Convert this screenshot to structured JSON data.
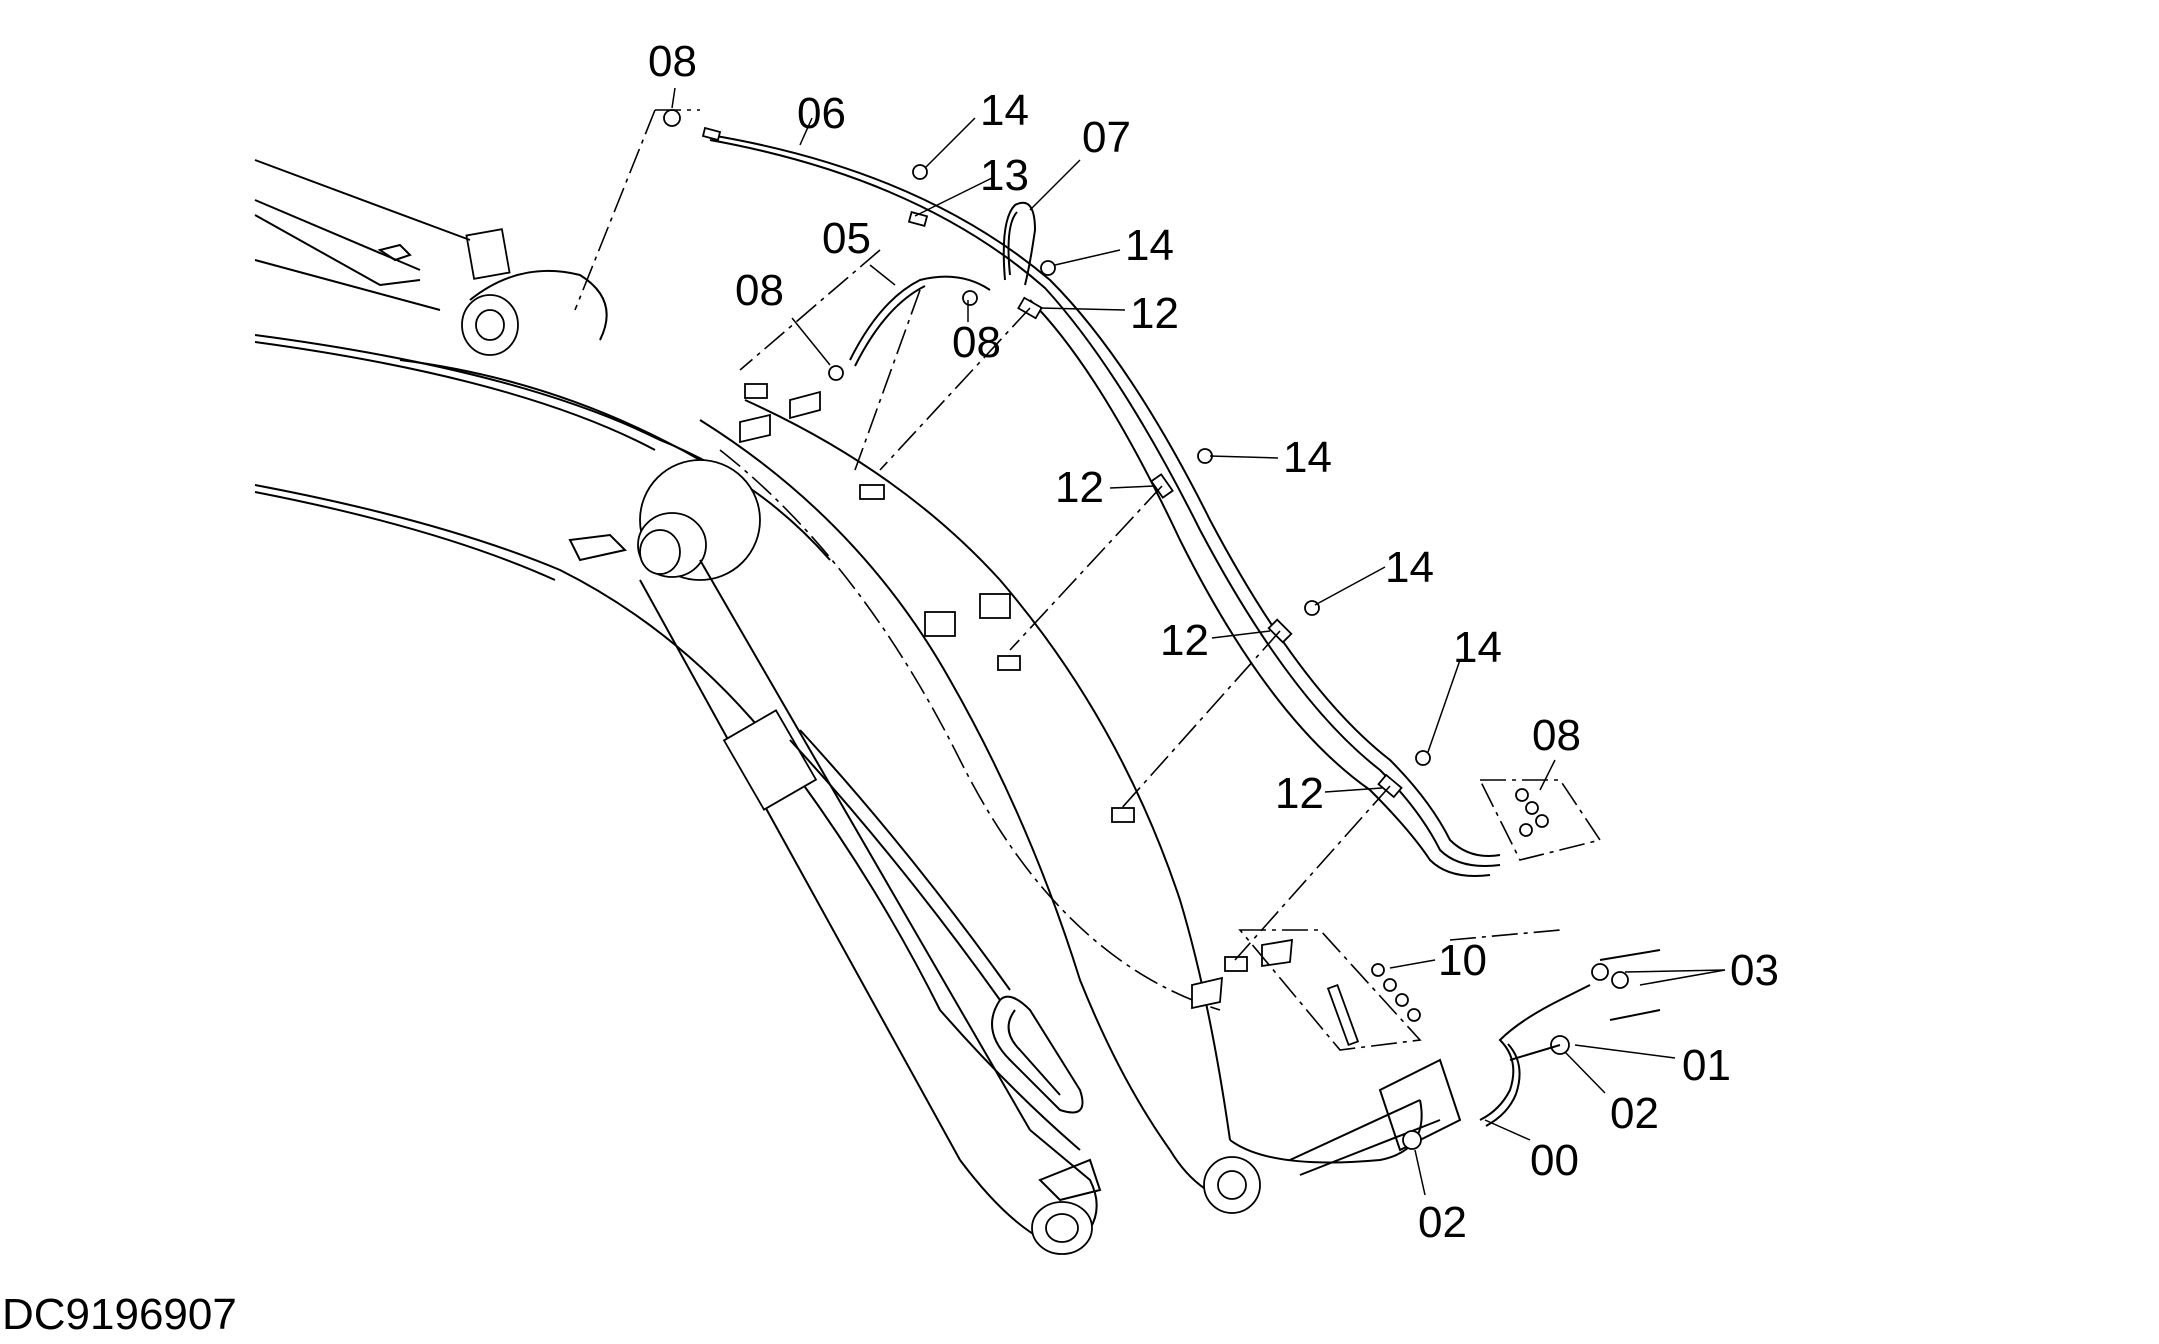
{
  "document_id": "DC9196907",
  "callouts": [
    "08",
    "06",
    "14",
    "13",
    "07",
    "05",
    "14",
    "08",
    "12",
    "08",
    "14",
    "12",
    "14",
    "12",
    "14",
    "12",
    "08",
    "10",
    "03",
    "01",
    "02",
    "00",
    "02"
  ]
}
